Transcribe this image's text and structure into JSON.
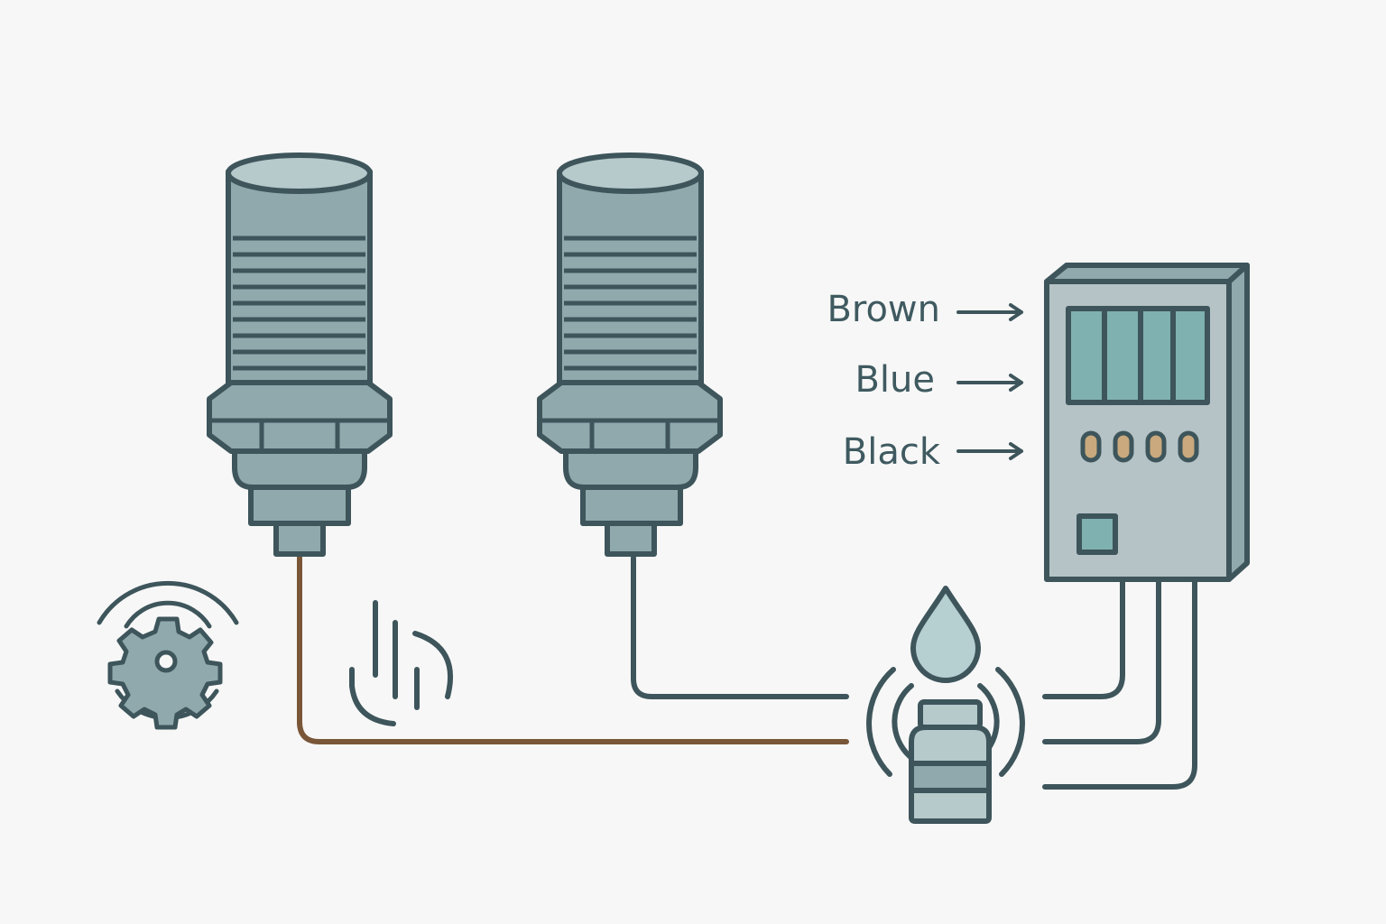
{
  "wire_labels": {
    "brown": "Brown",
    "blue": "Blue",
    "black": "Black"
  },
  "colors": {
    "background": "#f7f7f7",
    "outline": "#3d555b",
    "sensor_body": "#8fa9ad",
    "sensor_top": "#b6c9cb",
    "panel_body": "#b5c3c6",
    "panel_display": "#7fb1b0",
    "brown_wire": "#7a5638",
    "indicator_lights": "#c9a97d",
    "drop": "#b6cfd1"
  },
  "icons": {
    "gear": "gear-vibration-icon",
    "touch": "hand-wave-icon",
    "liquid": "liquid-drop-icon",
    "bottle": "bottle-icon"
  }
}
